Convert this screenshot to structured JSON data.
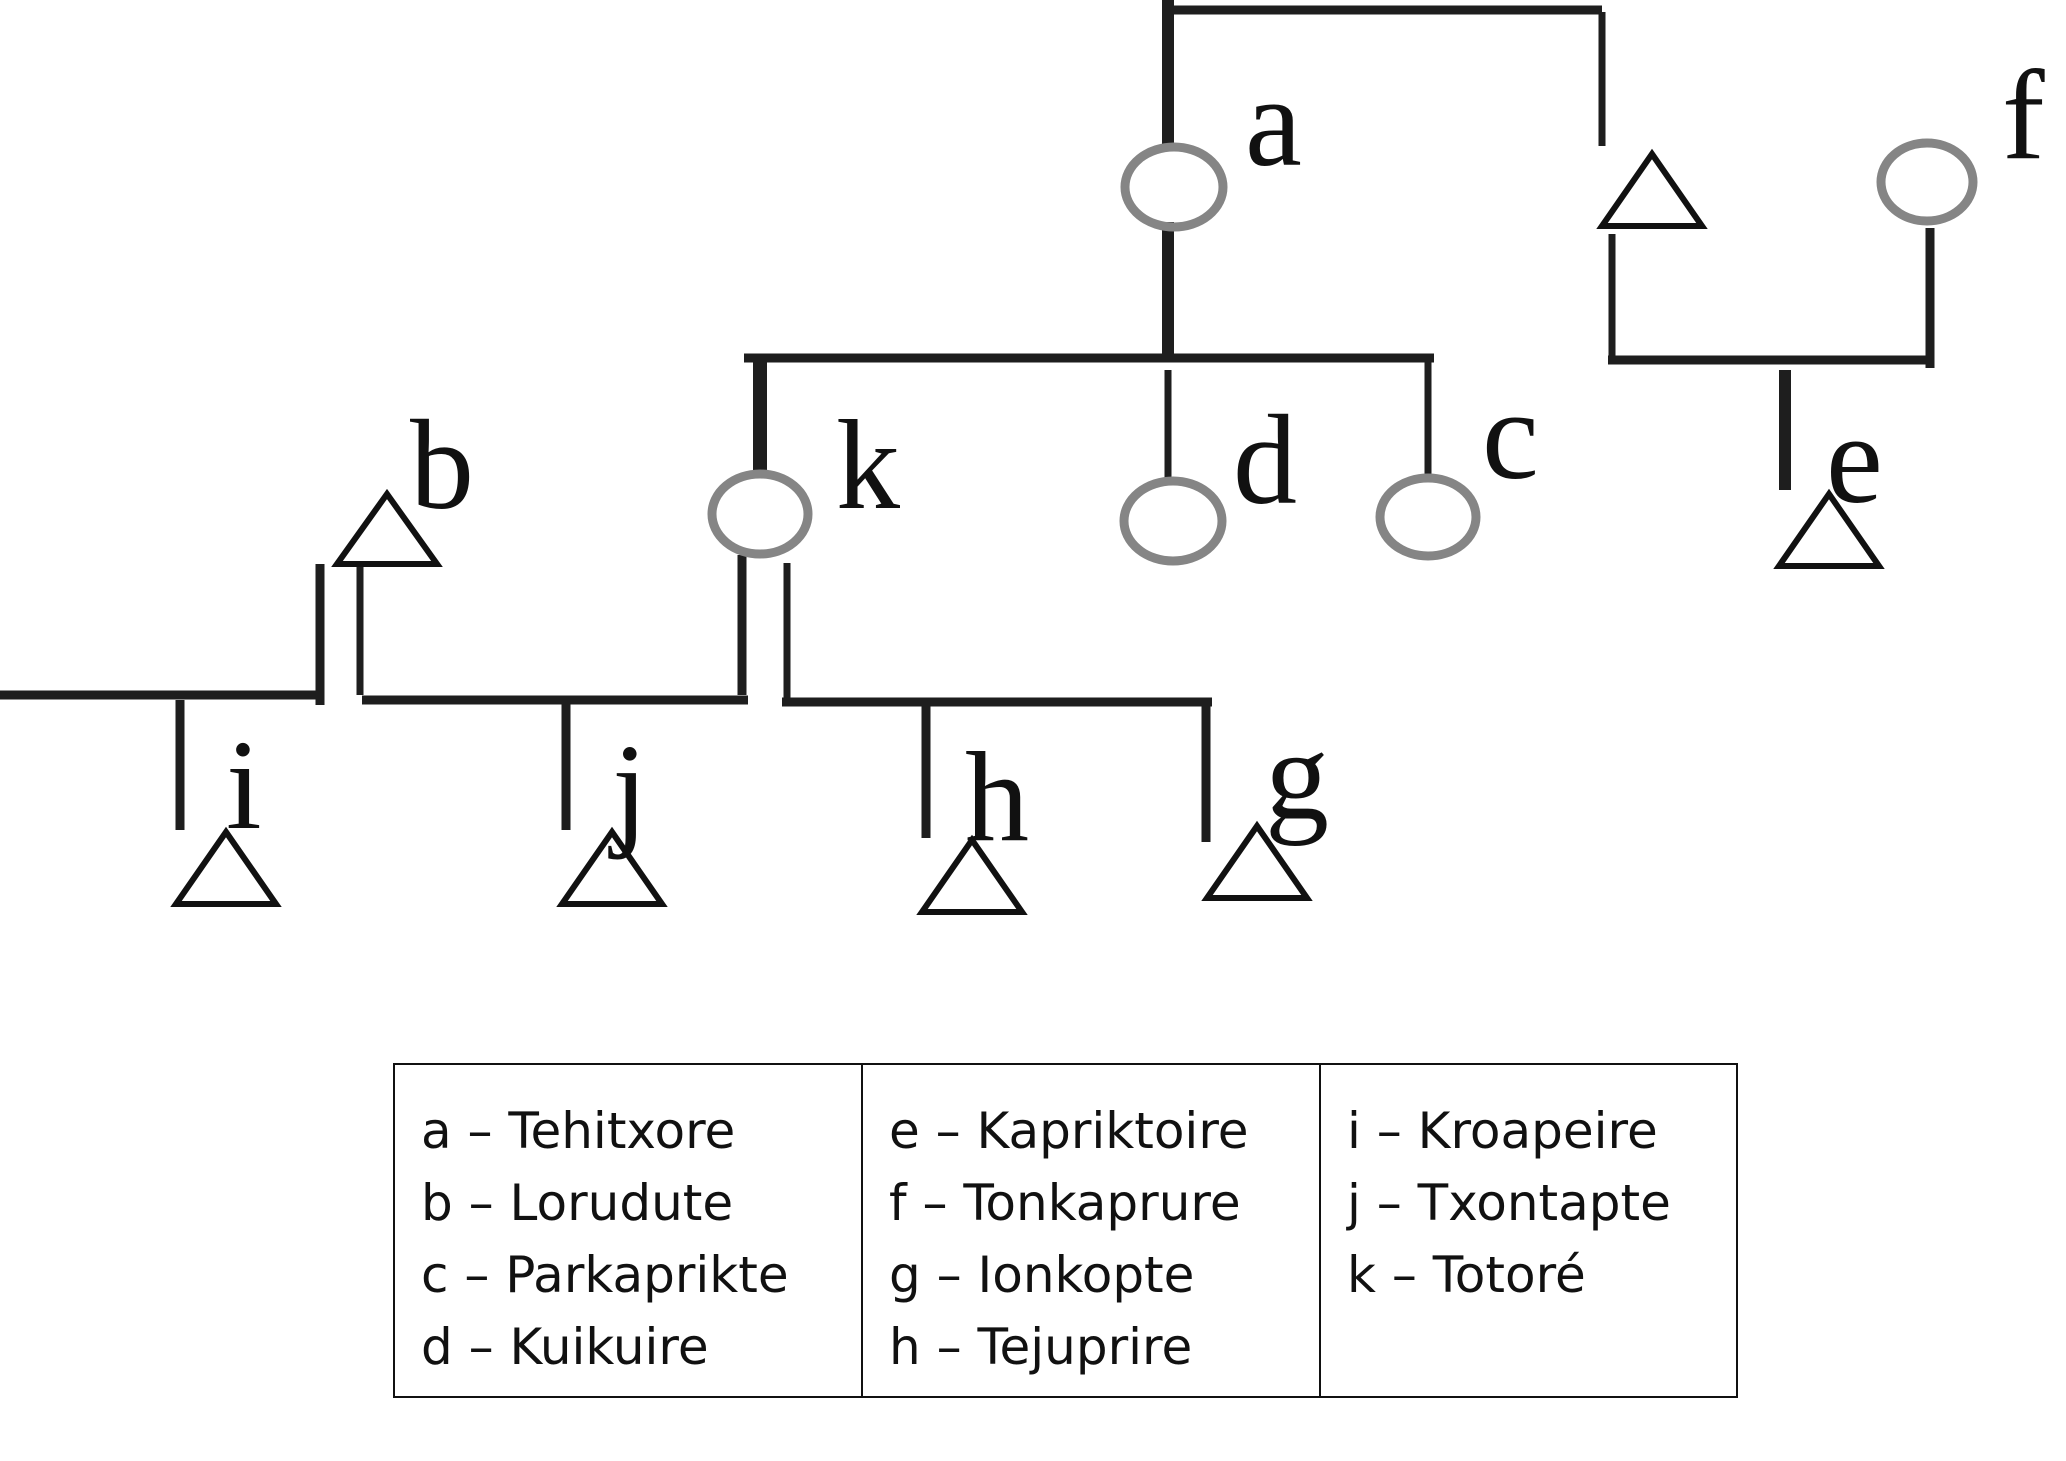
{
  "nodes": [
    {
      "id": "a",
      "label": "a",
      "sex": "female",
      "name": "Tehitxore"
    },
    {
      "id": "b",
      "label": "b",
      "sex": "male",
      "name": "Lorudute"
    },
    {
      "id": "c",
      "label": "c",
      "sex": "female",
      "name": "Parkaprikte"
    },
    {
      "id": "d",
      "label": "d",
      "sex": "female",
      "name": "Kuikuire"
    },
    {
      "id": "e",
      "label": "e",
      "sex": "male",
      "name": "Kapriktoire"
    },
    {
      "id": "f",
      "label": "f",
      "sex": "female",
      "name": "Tonkaprure"
    },
    {
      "id": "g",
      "label": "g",
      "sex": "male",
      "name": "Ionkopte"
    },
    {
      "id": "h",
      "label": "h",
      "sex": "male",
      "name": "Tejuprire"
    },
    {
      "id": "i",
      "label": "i",
      "sex": "male",
      "name": "Kroapeire"
    },
    {
      "id": "j",
      "label": "j",
      "sex": "male",
      "name": "Txontapte"
    },
    {
      "id": "k",
      "label": "k",
      "sex": "female",
      "name": "Totoré"
    },
    {
      "id": "m",
      "label": "",
      "sex": "male",
      "name": ""
    }
  ],
  "colors": {
    "female_symbol": "#858585",
    "male_symbol": "#111111",
    "lines": "#1e1e1e"
  },
  "legend": {
    "columns": [
      [
        "a – Tehitxore",
        "b – Lorudute",
        "c – Parkaprikte",
        "d – Kuikuire"
      ],
      [
        "e – Kapriktoire",
        "f – Tonkaprure",
        "g – Ionkopte",
        "h – Tejuprire"
      ],
      [
        "i – Kroapeire",
        "j – Txontapte",
        "k – Totoré"
      ]
    ]
  }
}
